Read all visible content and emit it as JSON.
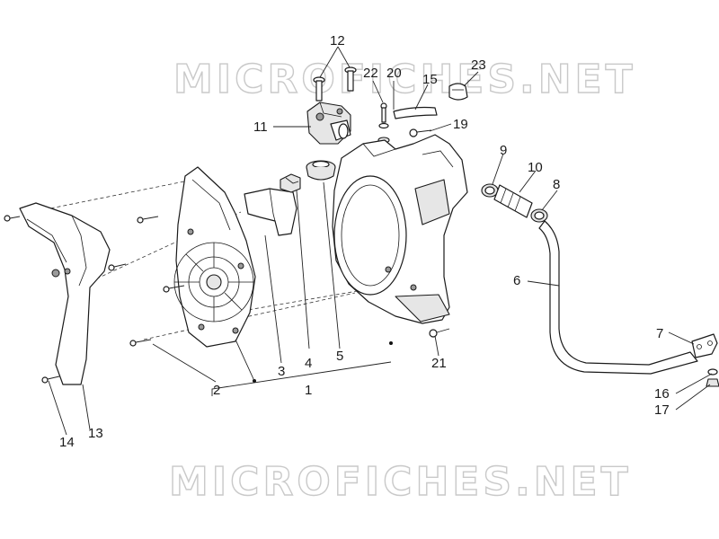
{
  "watermarks": [
    "MICROFICHES.NET",
    "MICROFICHES.NET"
  ],
  "callouts": [
    {
      "id": "1",
      "text": "1"
    },
    {
      "id": "2",
      "text": "2"
    },
    {
      "id": "3",
      "text": "3"
    },
    {
      "id": "4",
      "text": "4"
    },
    {
      "id": "5",
      "text": "5"
    },
    {
      "id": "6",
      "text": "6"
    },
    {
      "id": "7",
      "text": "7"
    },
    {
      "id": "8",
      "text": "8"
    },
    {
      "id": "9",
      "text": "9"
    },
    {
      "id": "10",
      "text": "10"
    },
    {
      "id": "11",
      "text": "11"
    },
    {
      "id": "12",
      "text": "12"
    },
    {
      "id": "13",
      "text": "13"
    },
    {
      "id": "14",
      "text": "14"
    },
    {
      "id": "15",
      "text": "15"
    },
    {
      "id": "16",
      "text": "16"
    },
    {
      "id": "17",
      "text": "17"
    },
    {
      "id": "19",
      "text": "19"
    },
    {
      "id": "20",
      "text": "20"
    },
    {
      "id": "21",
      "text": "21"
    },
    {
      "id": "22",
      "text": "22"
    },
    {
      "id": "23",
      "text": "23"
    }
  ],
  "colors": {
    "line": "#1a1a1a",
    "watermark": "#c9c9c9",
    "background": "#ffffff"
  }
}
